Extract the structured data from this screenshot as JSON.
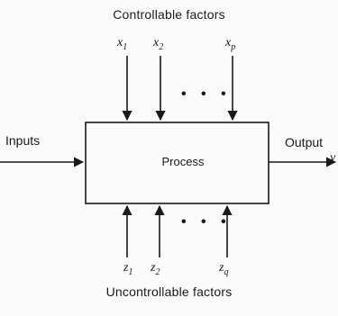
{
  "diagram": {
    "controllable_label": "Controllable factors",
    "uncontrollable_label": "Uncontrollable factors",
    "inputs_label": "Inputs",
    "output_label": "Output",
    "output_var": "y",
    "process_label": "Process",
    "controllable_vars": [
      {
        "base": "x",
        "sub": "1"
      },
      {
        "base": "x",
        "sub": "2"
      },
      {
        "base": "x",
        "sub": "p"
      }
    ],
    "uncontrollable_vars": [
      {
        "base": "z",
        "sub": "1"
      },
      {
        "base": "z",
        "sub": "2"
      },
      {
        "base": "z",
        "sub": "q"
      }
    ],
    "ellipsis": "• • •"
  }
}
